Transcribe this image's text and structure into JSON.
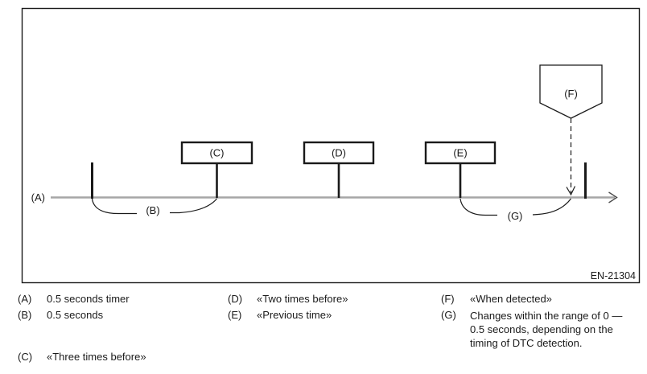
{
  "figure": {
    "labels": {
      "a": "(A)",
      "b": "(B)",
      "c": "(C)",
      "d": "(D)",
      "e": "(E)",
      "f": "(F)",
      "g": "(G)"
    },
    "ref_code": "EN-21304"
  },
  "legend": {
    "items": [
      {
        "key": "(A)",
        "text": "0.5 seconds timer"
      },
      {
        "key": "(B)",
        "text": "0.5 seconds"
      },
      {
        "key": "(C)",
        "text": "«Three times before»"
      },
      {
        "key": "(D)",
        "text": "«Two times before»"
      },
      {
        "key": "(E)",
        "text": "«Previous time»"
      },
      {
        "key": "(F)",
        "text": "«When detected»"
      },
      {
        "key": "(G)",
        "text": "Changes within the range of 0 —\n0.5 seconds, depending on the\ntiming of DTC detection."
      }
    ]
  },
  "colors": {
    "line": "#1a1a1a",
    "timeline": "#a6a6a6",
    "background": "#ffffff"
  }
}
